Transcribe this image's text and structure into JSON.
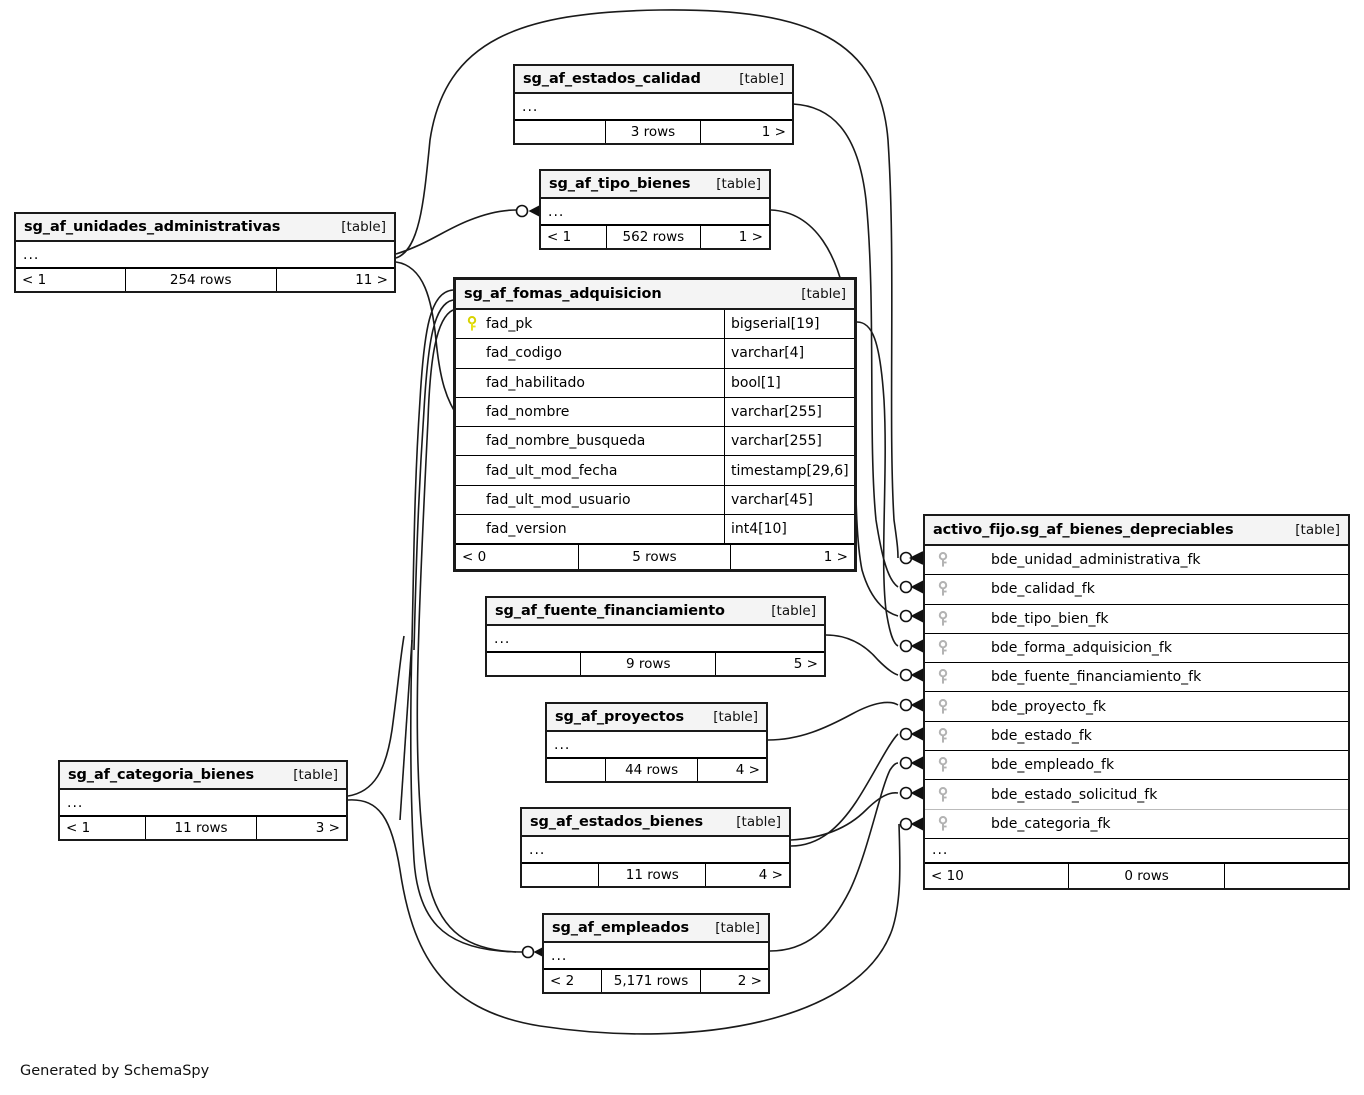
{
  "meta": {
    "credit": "Generated by SchemaSpy",
    "table_tag": "[table]",
    "ellipsis": "...",
    "pk_icon": "key-icon",
    "fk_icon": "key-icon",
    "pk_color": "#e8e11a",
    "fk_color": "#b3b3b3",
    "background": "#ffffff",
    "line_color": "#1a1a1a",
    "header_fill": "#f4f4f4"
  },
  "tables": [
    {
      "id": "sg_af_estados_calidad",
      "title": "sg_af_estados_calidad",
      "tag": "[table]",
      "columns": [],
      "abbreviated": true,
      "footer": {
        "left": "",
        "center": "3 rows",
        "right": "1 >"
      }
    },
    {
      "id": "sg_af_tipo_bienes",
      "title": "sg_af_tipo_bienes",
      "tag": "[table]",
      "columns": [],
      "abbreviated": true,
      "footer": {
        "left": "< 1",
        "center": "562 rows",
        "right": "1 >"
      }
    },
    {
      "id": "sg_af_unidades_administrativas",
      "title": "sg_af_unidades_administrativas",
      "tag": "[table]",
      "columns": [],
      "abbreviated": true,
      "footer": {
        "left": "< 1",
        "center": "254 rows",
        "right": "11 >"
      }
    },
    {
      "id": "sg_af_fomas_adquisicion",
      "title": "sg_af_fomas_adquisicion",
      "tag": "[table]",
      "abbreviated": false,
      "columns": [
        {
          "name": "fad_pk",
          "type": "bigserial[19]",
          "key": "pk"
        },
        {
          "name": "fad_codigo",
          "type": "varchar[4]",
          "key": "none"
        },
        {
          "name": "fad_habilitado",
          "type": "bool[1]",
          "key": "none"
        },
        {
          "name": "fad_nombre",
          "type": "varchar[255]",
          "key": "none"
        },
        {
          "name": "fad_nombre_busqueda",
          "type": "varchar[255]",
          "key": "none"
        },
        {
          "name": "fad_ult_mod_fecha",
          "type": "timestamp[29,6]",
          "key": "none"
        },
        {
          "name": "fad_ult_mod_usuario",
          "type": "varchar[45]",
          "key": "none"
        },
        {
          "name": "fad_version",
          "type": "int4[10]",
          "key": "none"
        }
      ],
      "footer": {
        "left": "< 0",
        "center": "5 rows",
        "right": "1 >"
      }
    },
    {
      "id": "sg_af_fuente_financiamiento",
      "title": "sg_af_fuente_financiamiento",
      "tag": "[table]",
      "columns": [],
      "abbreviated": true,
      "footer": {
        "left": "",
        "center": "9 rows",
        "right": "5 >"
      }
    },
    {
      "id": "sg_af_proyectos",
      "title": "sg_af_proyectos",
      "tag": "[table]",
      "columns": [],
      "abbreviated": true,
      "footer": {
        "left": "",
        "center": "44 rows",
        "right": "4 >"
      }
    },
    {
      "id": "sg_af_estados_bienes",
      "title": "sg_af_estados_bienes",
      "tag": "[table]",
      "columns": [],
      "abbreviated": true,
      "footer": {
        "left": "",
        "center": "11 rows",
        "right": "4 >"
      }
    },
    {
      "id": "sg_af_categoria_bienes",
      "title": "sg_af_categoria_bienes",
      "tag": "[table]",
      "columns": [],
      "abbreviated": true,
      "footer": {
        "left": "< 1",
        "center": "11 rows",
        "right": "3 >"
      }
    },
    {
      "id": "sg_af_empleados",
      "title": "sg_af_empleados",
      "tag": "[table]",
      "columns": [],
      "abbreviated": true,
      "footer": {
        "left": "< 2",
        "center": "5,171 rows",
        "right": "2 >"
      }
    },
    {
      "id": "activo_fijo_sg_af_bienes_depreciables",
      "title": "activo_fijo.sg_af_bienes_depreciables",
      "tag": "[table]",
      "abbreviated": false,
      "columns": [
        {
          "name": "bde_unidad_administrativa_fk",
          "type": "",
          "key": "fk"
        },
        {
          "name": "bde_calidad_fk",
          "type": "",
          "key": "fk"
        },
        {
          "name": "bde_tipo_bien_fk",
          "type": "",
          "key": "fk"
        },
        {
          "name": "bde_forma_adquisicion_fk",
          "type": "",
          "key": "fk"
        },
        {
          "name": "bde_fuente_financiamiento_fk",
          "type": "",
          "key": "fk"
        },
        {
          "name": "bde_proyecto_fk",
          "type": "",
          "key": "fk"
        },
        {
          "name": "bde_estado_fk",
          "type": "",
          "key": "fk"
        },
        {
          "name": "bde_empleado_fk",
          "type": "",
          "key": "fk"
        },
        {
          "name": "bde_estado_solicitud_fk",
          "type": "",
          "key": "fk"
        },
        {
          "name": "bde_categoria_fk",
          "type": "",
          "key": "fk"
        }
      ],
      "trailing_ellipsis": "...",
      "footer": {
        "left": "< 10",
        "center": "0 rows",
        "right": ""
      }
    }
  ]
}
